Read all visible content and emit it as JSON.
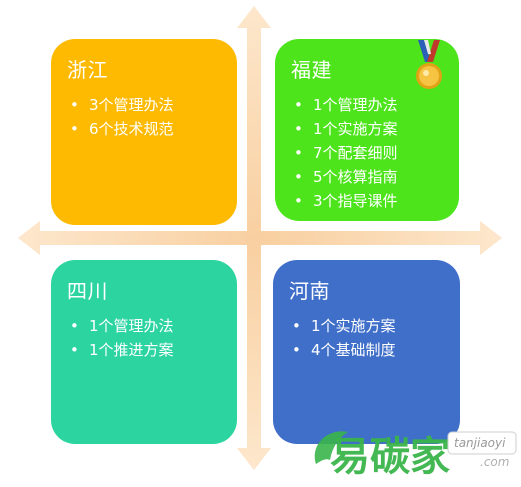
{
  "colors": {
    "zhejiang": "#fdba00",
    "fujian": "#4ee41c",
    "sichuan": "#2cd4a0",
    "henan": "#3f6fc9",
    "axis": "#fad9b0",
    "logo_green": "#3ab54a",
    "logo_gray": "#c8c8c8"
  },
  "quadrants": {
    "zhejiang": {
      "title": "浙江",
      "items": [
        "3个管理办法",
        "6个技术规范"
      ]
    },
    "fujian": {
      "title": "福建",
      "items": [
        "1个管理办法",
        "1个实施方案",
        "7个配套细则",
        "5个核算指南",
        "3个指导课件"
      ]
    },
    "sichuan": {
      "title": "四川",
      "items": [
        "1个管理办法",
        "1个推进方案"
      ]
    },
    "henan": {
      "title": "河南",
      "items": [
        "1个实施方案",
        "4个基础制度"
      ]
    }
  },
  "bullet": "•",
  "watermark": {
    "logo_text": "易碳家",
    "domain_main": "tanjiaoyi",
    "domain_suffix": ".com"
  },
  "icons": {
    "medal": "gold-medal-icon"
  }
}
